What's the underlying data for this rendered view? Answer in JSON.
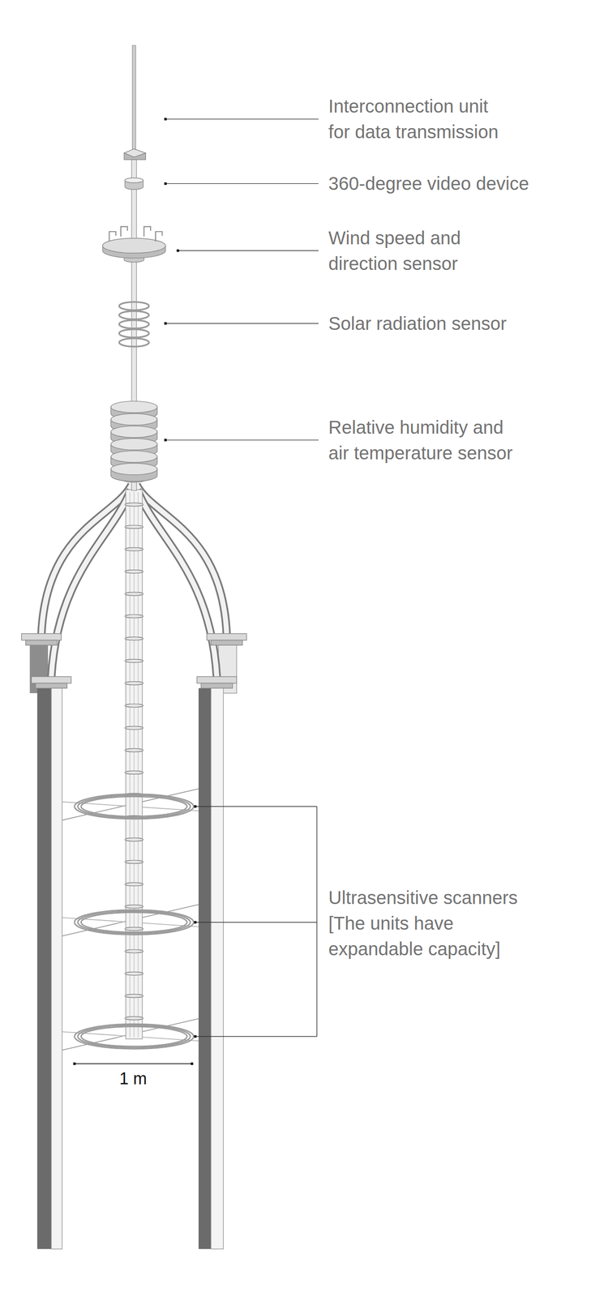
{
  "diagram": {
    "labels": [
      "Interconnection unit for data transmission",
      "360-degree video device",
      "Wind speed and direction sensor",
      "Solar radiation sensor",
      "Relative humidity and air temperature sensor",
      "Ultrasensitive scanners [The units have expandable capacity]",
      "1 m"
    ]
  }
}
